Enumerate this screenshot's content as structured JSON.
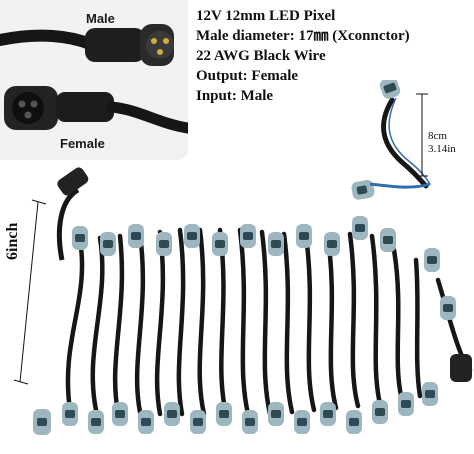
{
  "connectors": {
    "male_label": "Male",
    "female_label": "Female"
  },
  "specs": {
    "line1": "12V 12mm LED Pixel",
    "line2": "Male diameter:  17㎜ (Xconnctor)",
    "line3": "22 AWG Black Wire",
    "line4": "Output: Female",
    "line5": "Input: Male"
  },
  "measurement": {
    "metric": "8cm",
    "imperial": "3.14in"
  },
  "length_label": "6inch",
  "colors": {
    "inset_bg": "#f2f2f2",
    "wire": "#161616",
    "pixel_shell": "#9db6bf",
    "pixel_cap": "#c9dde2",
    "accent_blue": "#2f6fb0"
  }
}
